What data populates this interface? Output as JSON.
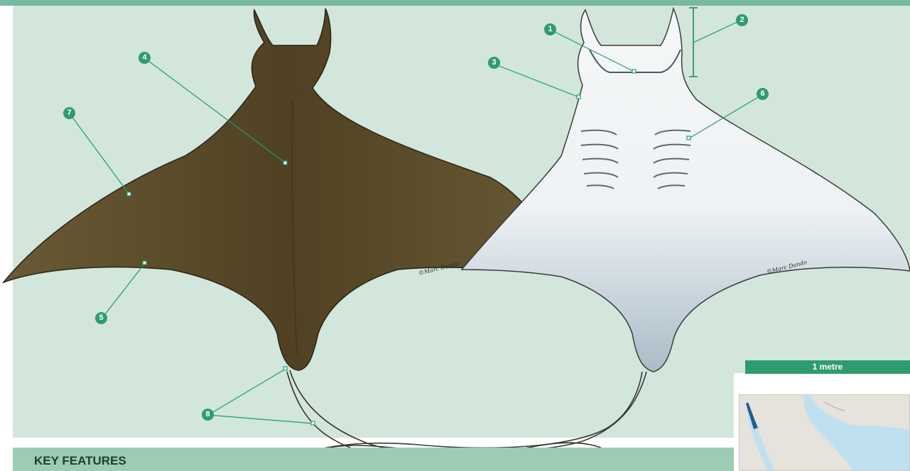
{
  "markers": [
    "1",
    "2",
    "3",
    "4",
    "5",
    "6",
    "7",
    "8"
  ],
  "scale_label": "1 metre",
  "section_title": "KEY FEATURES",
  "watermark": "©Marc Dando",
  "colors": {
    "panel": "#d2e6dc",
    "accent": "#2e9c6e",
    "dorsal": "#5c4c2b",
    "ventral_white": "#f2f5f6",
    "ventral_grey": "#9fb3bf"
  }
}
